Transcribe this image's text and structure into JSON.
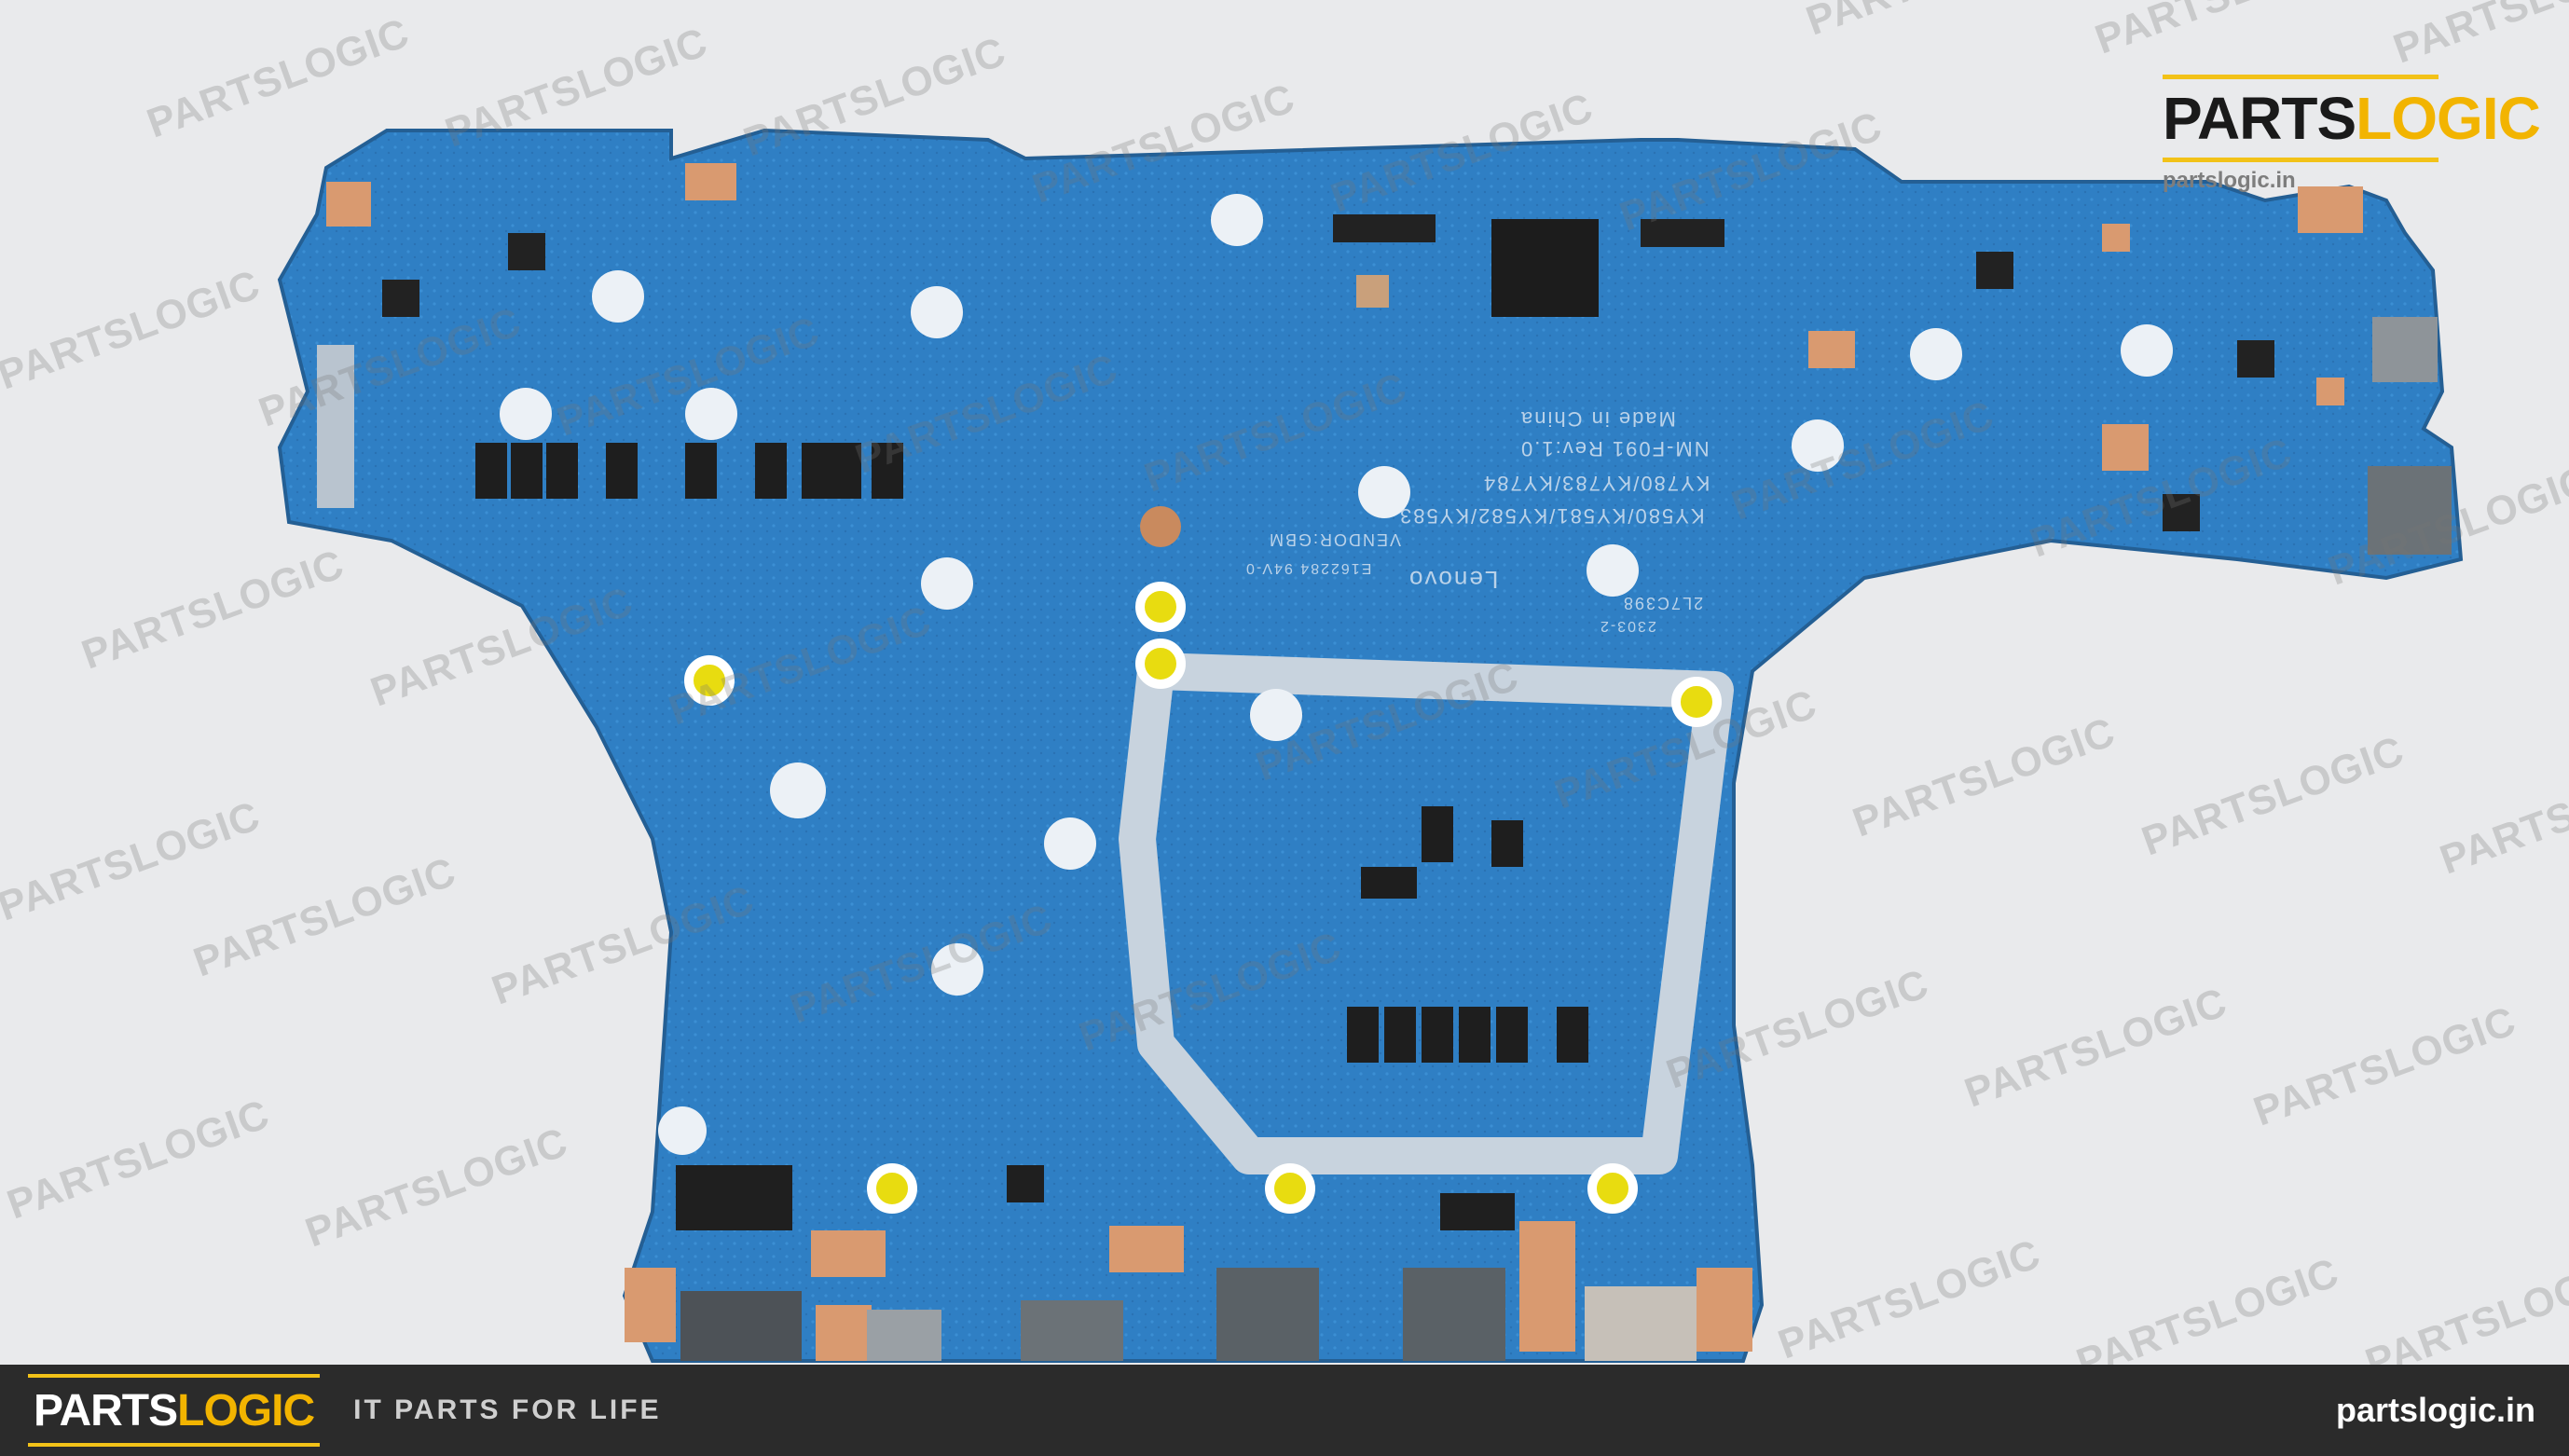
{
  "brand": {
    "logo_left": "PARTS",
    "logo_right": "LOGIC",
    "website": "partslogic.in",
    "accent_color": "#f2b400"
  },
  "footer": {
    "logo_left": "PARTS",
    "logo_right": "LOGIC",
    "tagline": "IT PARTS FOR LIFE",
    "website": "partslogic.in",
    "bar_color": "#2b2b2b"
  },
  "watermark": {
    "text": "PARTSLOGIC"
  },
  "board": {
    "pcb_color": "#2f7fc4",
    "silkscreen": {
      "maker": "Lenovo",
      "model_line_1": "KY580/KY581/KY582/KY583",
      "model_line_2": "KY780/KY783/KY784",
      "model_line_3": "NM-F091 Rev:1.0",
      "origin": "Made in China",
      "vendor": "VENDOR:GBM",
      "cert": "E162284 94V-0",
      "part_no": "2L7C398",
      "rev": "2303-2"
    }
  }
}
